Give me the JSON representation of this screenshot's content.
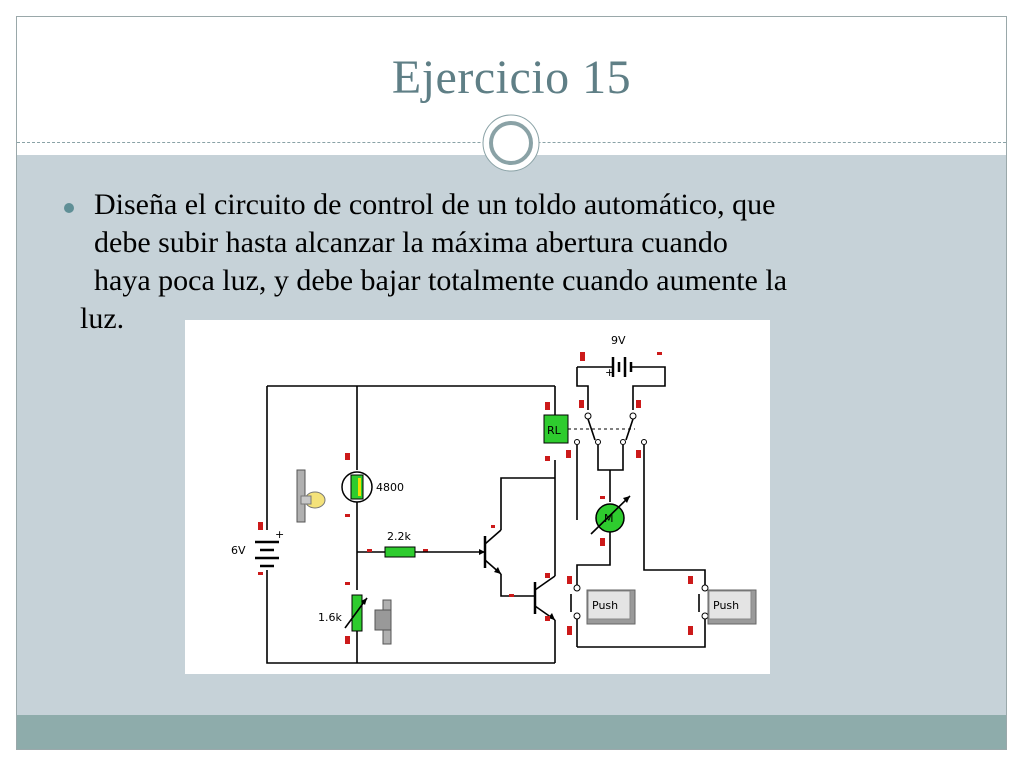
{
  "slide": {
    "title": "Ejercicio 15",
    "bullet_lines": [
      "Diseña el circuito de control de un toldo automático, que",
      "debe subir hasta alcanzar la máxima abertura cuando",
      "haya poca luz, y debe bajar totalmente cuando aumente la",
      "luz."
    ]
  },
  "circuit": {
    "battery_main_label": "9V",
    "battery_left_label": "6V",
    "ldr_label": "4800",
    "resistor_label": "2.2k",
    "pot_label": "1.6k",
    "relay_label": "RL",
    "motor_label": "M",
    "push1_label": "Push",
    "push2_label": "Push",
    "plus_sign": "+"
  },
  "colors": {
    "title": "#5f7f86",
    "content_band": "#c6d2d8",
    "footer_band": "#8eacab",
    "component_green": "#2ecc2e",
    "terminal_red": "#cc1a1a"
  }
}
